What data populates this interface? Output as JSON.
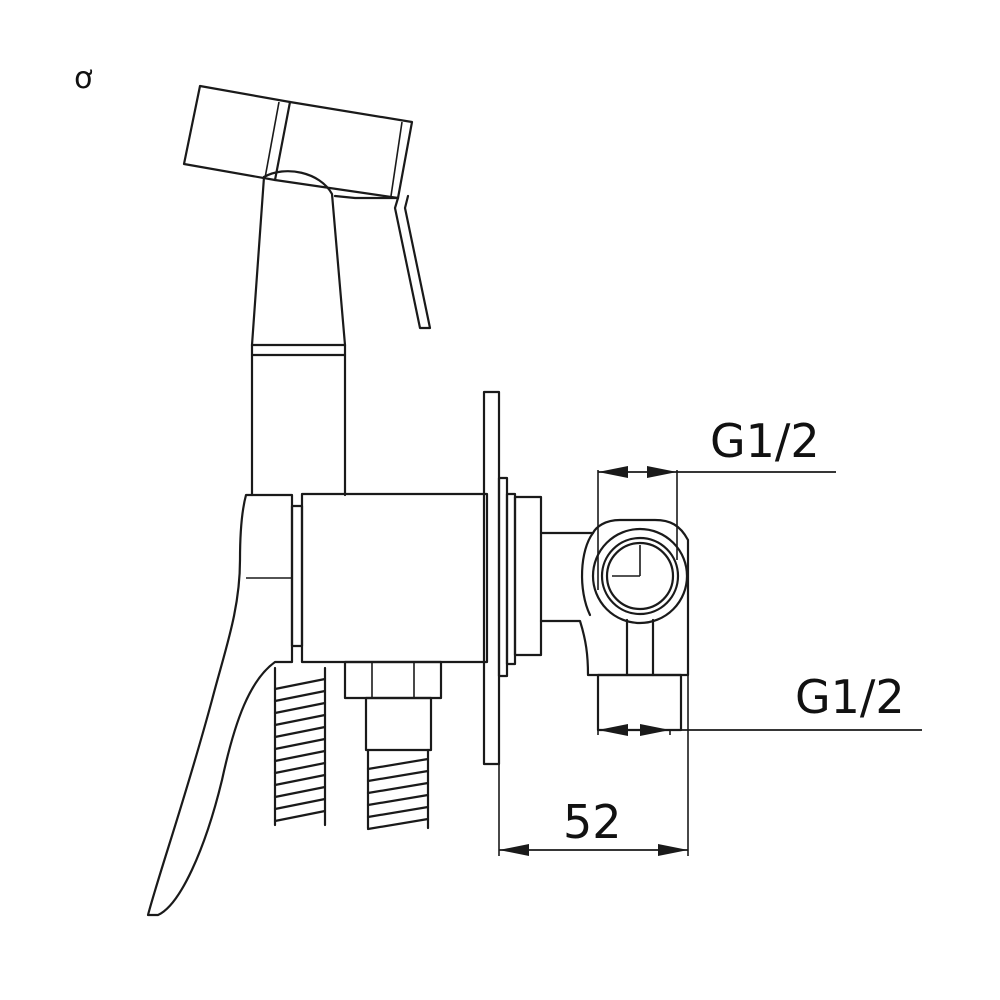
{
  "corner_mark": "ơ",
  "dimensions": {
    "outlet_top": "G1/2",
    "outlet_bottom": "G1/2",
    "depth": "52"
  }
}
